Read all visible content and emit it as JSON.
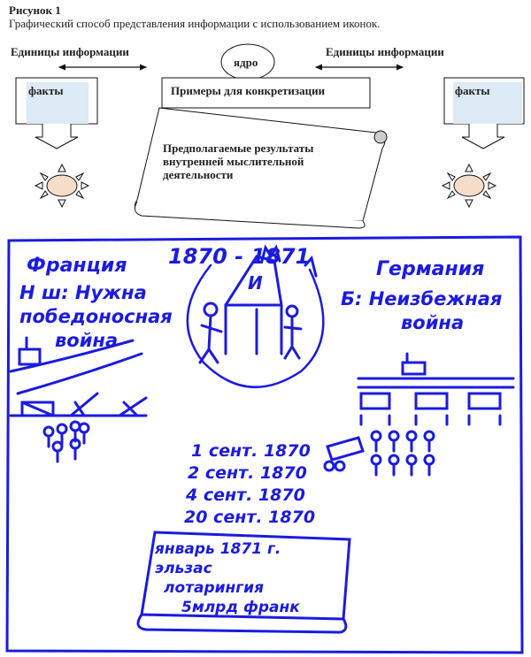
{
  "figure": {
    "title": "Рисунок 1",
    "caption": "Графический способ представления информации с использованием иконок.",
    "units_left": "Единицы информации",
    "units_right": "Единицы информации",
    "core": "ядро",
    "facts_left": "факты",
    "facts_right": "факты",
    "examples": "Примеры для конкретизации",
    "results": [
      "Предполагаемые результаты",
      "внутренней мыслительной",
      "деятельности"
    ]
  },
  "drawing": {
    "years": "1870 - 1871",
    "france": "Франция",
    "france_lines": [
      "Н ш: Нужна",
      "победоносная",
      "война"
    ],
    "germany": "Германия",
    "germany_lines": [
      "Б: Неизбежная",
      "война"
    ],
    "throne_letter": "И",
    "dates": [
      "1 сент. 1870",
      "2 сент. 1870",
      "4 сент. 1870",
      "20 сент. 1870"
    ],
    "scroll_lines": [
      "январь 1871 г.",
      "эльзас",
      "лотарингия",
      "5млрд франк"
    ],
    "colors": {
      "ink": "#1b1be0",
      "facts_fill": "#dbeaf4",
      "sun_fill": "#f7dcc8"
    }
  }
}
